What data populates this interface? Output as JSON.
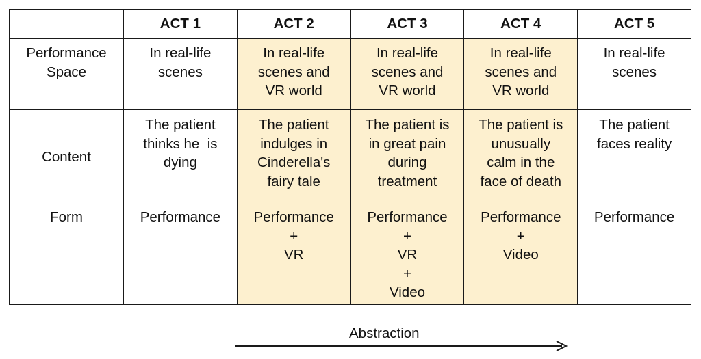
{
  "table": {
    "headers": [
      "",
      "ACT 1",
      "ACT 2",
      "ACT 3",
      "ACT 4",
      "ACT 5"
    ],
    "rows": [
      {
        "label": [
          "Performance",
          "Space"
        ],
        "cells": [
          [
            "In real-life",
            "scenes"
          ],
          [
            "In real-life",
            "scenes and",
            "VR world"
          ],
          [
            "In real-life",
            "scenes and",
            "VR world"
          ],
          [
            "In real-life",
            "scenes and",
            "VR world"
          ],
          [
            "In real-life",
            "scenes"
          ]
        ]
      },
      {
        "label": [
          "Content"
        ],
        "cells": [
          [
            "The patient",
            "thinks he  is",
            "dying"
          ],
          [
            "The patient",
            "indulges in",
            "Cinderella's",
            "fairy tale"
          ],
          [
            "The patient is",
            "in great pain",
            "during",
            "treatment"
          ],
          [
            "The patient is",
            "unusually",
            "calm in the",
            "face of death"
          ],
          [
            "The patient",
            "faces reality"
          ]
        ]
      },
      {
        "label": [
          "Form"
        ],
        "cells": [
          [
            "Performance"
          ],
          [
            "Performance",
            "+",
            "VR"
          ],
          [
            "Performance",
            "+",
            "VR",
            "+",
            "Video"
          ],
          [
            "Performance",
            "+",
            "Video"
          ],
          [
            "Performance"
          ]
        ]
      }
    ],
    "highlight_color": "#fdf0cf",
    "highlighted_acts": [
      "ACT 2",
      "ACT 3",
      "ACT 4"
    ]
  },
  "arrow": {
    "label": "Abstraction",
    "direction": "right"
  }
}
